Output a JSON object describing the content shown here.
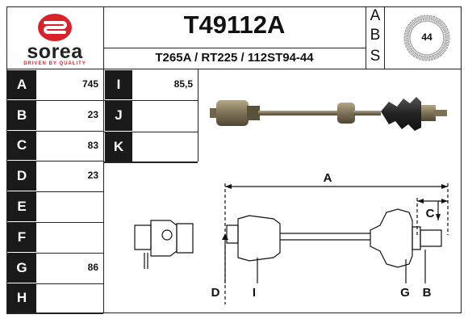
{
  "brand": {
    "name": "sorea",
    "tagline": "DRIVEN BY QUALITY",
    "color": "#d8232a"
  },
  "header": {
    "part_number": "T49112A",
    "references": "T265A / RT225 / 112ST94-44",
    "abs_letters": [
      "A",
      "B",
      "S"
    ],
    "abs_teeth": "44"
  },
  "specs_left": [
    {
      "letter": "A",
      "value": "745"
    },
    {
      "letter": "B",
      "value": "23"
    },
    {
      "letter": "C",
      "value": "83"
    },
    {
      "letter": "D",
      "value": "23"
    },
    {
      "letter": "E",
      "value": ""
    },
    {
      "letter": "F",
      "value": ""
    },
    {
      "letter": "G",
      "value": "86"
    },
    {
      "letter": "H",
      "value": ""
    }
  ],
  "specs_mid": [
    {
      "letter": "I",
      "value": "85,5"
    },
    {
      "letter": "J",
      "value": ""
    },
    {
      "letter": "K",
      "value": ""
    }
  ],
  "diagram_labels": {
    "a": "A",
    "c": "C",
    "d": "D",
    "i": "I",
    "g": "G",
    "b": "B"
  }
}
